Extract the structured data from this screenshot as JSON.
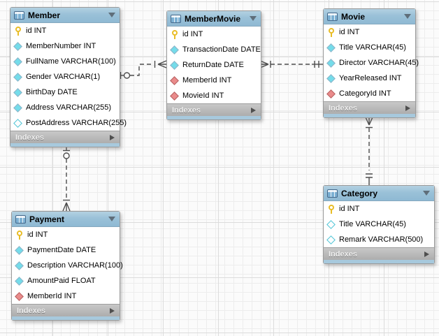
{
  "diagram": {
    "tool_style": "mysql-workbench-eer",
    "colors": {
      "table_header_blue": "#9ac1d8",
      "indexes_bar_gray": "#b8b8b8",
      "bottom_strip_blue": "#a7c9dd",
      "primary_key_gold": "#e9bd27",
      "column_cyan": "#74dcea",
      "foreign_key_red": "#ea8b8b",
      "relationship_line": "#4d4d4d",
      "grid_line": "#ededed",
      "canvas_bg": "#fbfbfb"
    }
  },
  "tables": [
    {
      "title": "Member",
      "footer": "Indexes",
      "columns": [
        {
          "icon": "key-icon",
          "text": "id INT"
        },
        {
          "icon": "column-diamond-icon",
          "text": "MemberNumber INT"
        },
        {
          "icon": "column-diamond-icon",
          "text": "FullName VARCHAR(100)"
        },
        {
          "icon": "column-diamond-icon",
          "text": "Gender VARCHAR(1)"
        },
        {
          "icon": "column-diamond-icon",
          "text": "BirthDay DATE"
        },
        {
          "icon": "column-diamond-icon",
          "text": "Address VARCHAR(255)"
        },
        {
          "icon": "nullable-diamond-icon",
          "text": "PostAddress VARCHAR(255)"
        }
      ]
    },
    {
      "title": "MemberMovie",
      "footer": "Indexes",
      "columns": [
        {
          "icon": "key-icon",
          "text": "id INT"
        },
        {
          "icon": "column-diamond-icon",
          "text": "TransactionDate DATE"
        },
        {
          "icon": "column-diamond-icon",
          "text": "ReturnDate DATE"
        },
        {
          "icon": "fk-diamond-icon",
          "text": "MemberId INT"
        },
        {
          "icon": "fk-diamond-icon",
          "text": "MovieId INT"
        }
      ]
    },
    {
      "title": "Movie",
      "footer": "Indexes",
      "columns": [
        {
          "icon": "key-icon",
          "text": "id INT"
        },
        {
          "icon": "column-diamond-icon",
          "text": "Title VARCHAR(45)"
        },
        {
          "icon": "column-diamond-icon",
          "text": "Director VARCHAR(45)"
        },
        {
          "icon": "column-diamond-icon",
          "text": "YearReleased INT"
        },
        {
          "icon": "fk-diamond-icon",
          "text": "CategoryId INT"
        }
      ]
    },
    {
      "title": "Payment",
      "footer": "Indexes",
      "columns": [
        {
          "icon": "key-icon",
          "text": "id INT"
        },
        {
          "icon": "column-diamond-icon",
          "text": "PaymentDate DATE"
        },
        {
          "icon": "column-diamond-icon",
          "text": "Description VARCHAR(100)"
        },
        {
          "icon": "column-diamond-icon",
          "text": "AmountPaid FLOAT"
        },
        {
          "icon": "fk-diamond-icon",
          "text": "MemberId INT"
        }
      ]
    },
    {
      "title": "Category",
      "footer": "Indexes",
      "columns": [
        {
          "icon": "key-icon",
          "text": "id INT"
        },
        {
          "icon": "nullable-diamond-icon",
          "text": "Title VARCHAR(45)"
        },
        {
          "icon": "nullable-diamond-icon",
          "text": "Remark VARCHAR(500)"
        }
      ]
    }
  ],
  "relationships": [
    {
      "one_side": "Member",
      "many_side": "MemberMovie",
      "one_symbol": "bar-circle",
      "many_symbol": "bar-crow-foot",
      "line": "dashed"
    },
    {
      "one_side": "Movie",
      "many_side": "MemberMovie",
      "one_symbol": "double-bar",
      "many_symbol": "bar-crow-foot",
      "line": "dashed"
    },
    {
      "one_side": "Category",
      "many_side": "Movie",
      "one_symbol": "double-bar",
      "many_symbol": "bar-crow-foot",
      "line": "dashed"
    },
    {
      "one_side": "Member",
      "many_side": "Payment",
      "one_symbol": "bar-circle",
      "many_symbol": "bar-crow-foot",
      "line": "dashed"
    }
  ]
}
